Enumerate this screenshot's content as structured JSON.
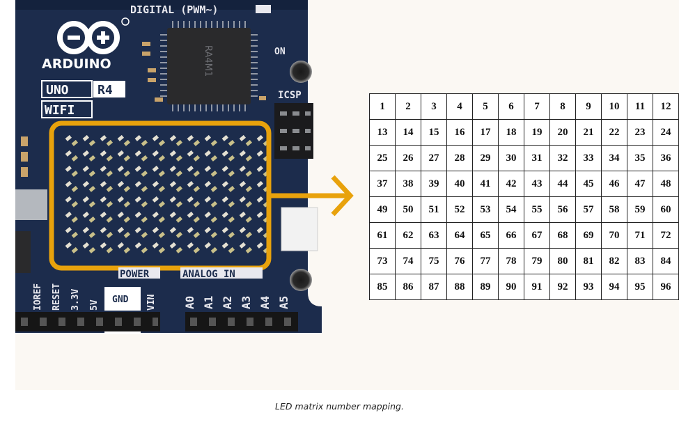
{
  "board": {
    "header_label": "DIGITAL (PWM~)",
    "brand": "ARDUINO",
    "model": "UNO",
    "revision": "R4",
    "variant": "WIFI",
    "chip_label": "RA4M1",
    "on_label": "ON",
    "icsp_label": "ICSP",
    "power_label": "POWER",
    "analog_label": "ANALOG IN",
    "power_pins": [
      "IOREF",
      "RESET",
      "3.3V",
      "5V",
      "GND",
      "VIN"
    ],
    "analog_pins": [
      "A0",
      "A1",
      "A2",
      "A3",
      "A4",
      "A5"
    ],
    "pcb_color": "#1c2c4c",
    "highlight_color": "#e8a20c"
  },
  "matrix": {
    "rows": [
      [
        "1",
        "2",
        "3",
        "4",
        "5",
        "6",
        "7",
        "8",
        "9",
        "10",
        "11",
        "12"
      ],
      [
        "13",
        "14",
        "15",
        "16",
        "17",
        "18",
        "19",
        "20",
        "21",
        "22",
        "23",
        "24"
      ],
      [
        "25",
        "26",
        "27",
        "28",
        "29",
        "30",
        "31",
        "32",
        "33",
        "34",
        "35",
        "36"
      ],
      [
        "37",
        "38",
        "39",
        "40",
        "41",
        "42",
        "43",
        "44",
        "45",
        "46",
        "47",
        "48"
      ],
      [
        "49",
        "50",
        "51",
        "52",
        "53",
        "54",
        "55",
        "56",
        "57",
        "58",
        "59",
        "60"
      ],
      [
        "61",
        "62",
        "63",
        "64",
        "65",
        "66",
        "67",
        "68",
        "69",
        "70",
        "71",
        "72"
      ],
      [
        "73",
        "74",
        "75",
        "76",
        "77",
        "78",
        "79",
        "80",
        "81",
        "82",
        "83",
        "84"
      ],
      [
        "85",
        "86",
        "87",
        "88",
        "89",
        "90",
        "91",
        "92",
        "93",
        "94",
        "95",
        "96"
      ]
    ]
  },
  "caption": "LED matrix number mapping."
}
